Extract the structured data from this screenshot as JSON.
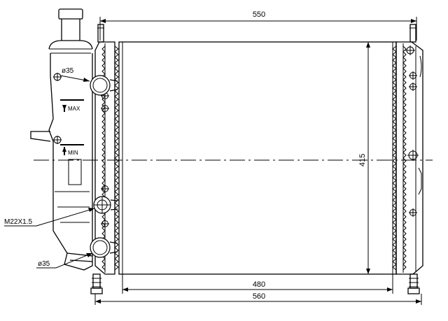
{
  "dimensions": {
    "top_width": "550",
    "bottom_core_width": "480",
    "bottom_total_width": "560",
    "core_height": "415"
  },
  "callouts": {
    "upper_pipe_diameter": "ø35",
    "lower_pipe_diameter": "ø35",
    "drain_thread": "M22X1.5"
  },
  "tank_marks": {
    "max": "MAX",
    "min": "MIN"
  }
}
